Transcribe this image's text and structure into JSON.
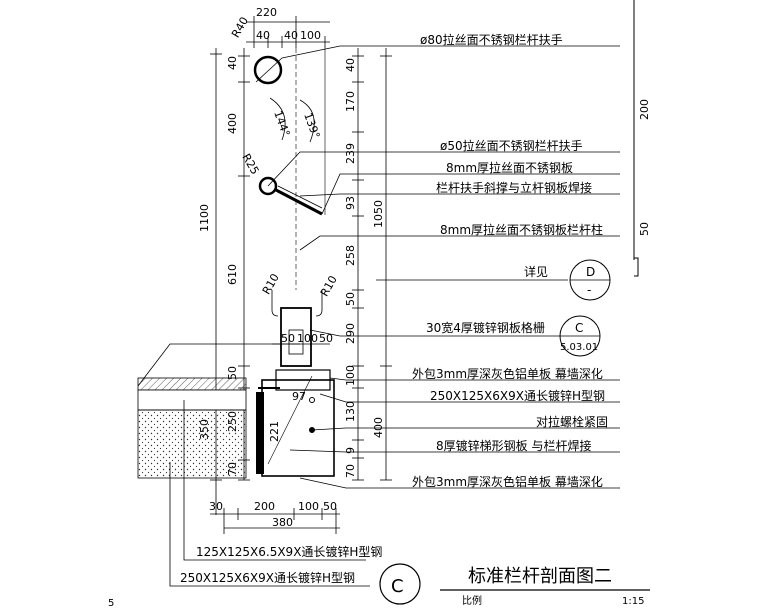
{
  "drawing_title": "标准栏杆剖面图二",
  "scale_label": "比例",
  "scale_value": "1:15",
  "section_mark": "C",
  "corner_mark": "5",
  "top_dims": {
    "total": "220",
    "r40": "R40",
    "d40a": "40",
    "d40b": "40",
    "d100": "100"
  },
  "left_dims": {
    "d40": "40",
    "d400": "400",
    "d1100": "1100",
    "d610": "610",
    "d50": "50",
    "d350": "350",
    "d250": "250",
    "d70": "70",
    "r25": "R25"
  },
  "right_dims": {
    "d40": "40",
    "d170": "170",
    "d239": "239",
    "d93": "93",
    "d1050": "1050",
    "d258": "258",
    "d50": "50",
    "d290": "290",
    "d100": "100",
    "d130": "130",
    "d400": "400",
    "d9": "9",
    "d70": "70"
  },
  "far_right_dims": {
    "d200": "200",
    "d50": "50"
  },
  "angles": {
    "a144": "144°",
    "a139": "139°"
  },
  "fillets": {
    "r10a": "R10",
    "r10b": "R10"
  },
  "mid_dims": {
    "d50": "50",
    "d100": "100",
    "d50b": "50",
    "d97": "97",
    "d221": "221"
  },
  "bottom_dims": {
    "d30": "30",
    "d200": "200",
    "d100": "100",
    "d50": "50",
    "d380": "380"
  },
  "annotations": [
    "ø80拉丝面不锈钢栏杆扶手",
    "ø50拉丝面不锈钢栏杆扶手",
    "8mm厚拉丝面不锈钢板",
    "栏杆扶手斜撑与立杆钢板焊接",
    "8mm厚拉丝面不锈钢板栏杆柱",
    "详见",
    "30宽4厚镀锌钢板格栅",
    "外包3mm厚深灰色铝单板  幕墙深化",
    "250X125X6X9X通长镀锌H型钢",
    "对拉螺栓紧固",
    "8厚镀锌梯形钢板 与栏杆焊接",
    "外包3mm厚深灰色铝单板  幕墙深化"
  ],
  "bottom_notes": [
    "125X125X6.5X9X通长镀锌H型钢",
    "250X125X6X9X通长镀锌H型钢"
  ],
  "detail_d": {
    "top": "D",
    "bottom": "-"
  },
  "detail_c": {
    "top": "C",
    "bottom": "5.03.01"
  }
}
